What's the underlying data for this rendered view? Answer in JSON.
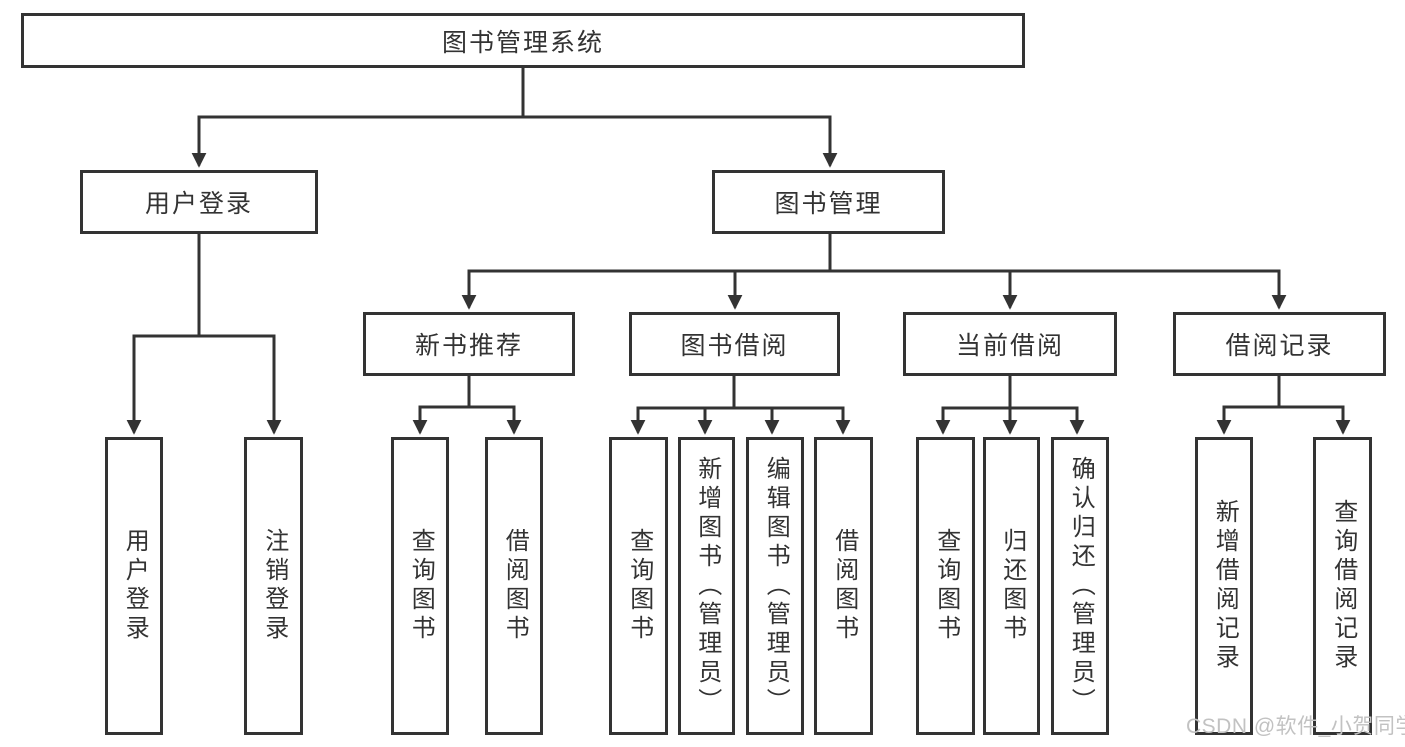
{
  "diagram": {
    "root": "图书管理系统",
    "level2": [
      "用户登录",
      "图书管理"
    ],
    "level3": [
      "新书推荐",
      "图书借阅",
      "当前借阅",
      "借阅记录"
    ],
    "user_login_children": [
      "用户登录",
      "注销登录"
    ],
    "new_book_children": [
      "查询图书",
      "借阅图书"
    ],
    "book_borrow_children": [
      "查询图书",
      "新增图书（管理员）",
      "编辑图书（管理员）",
      "借阅图书"
    ],
    "current_borrow_children": [
      "查询图书",
      "归还图书",
      "确认归还（管理员）"
    ],
    "borrow_record_children": [
      "新增借阅记录",
      "查询借阅记录"
    ],
    "colors": {
      "line": "#333333",
      "box_border": "#333333",
      "text": "#333333",
      "background": "#ffffff",
      "watermark": "#c2c2c2"
    }
  },
  "watermark": {
    "text": "CSDN @软件_小贺同学"
  }
}
